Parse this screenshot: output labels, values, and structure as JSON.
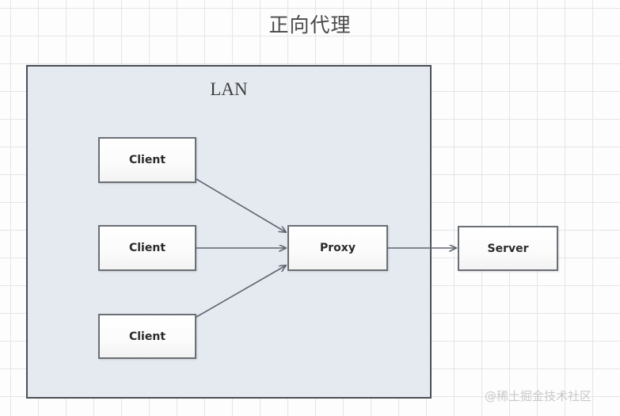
{
  "diagram": {
    "title": "正向代理",
    "zone_label": "LAN",
    "watermark": "@稀土掘金技术社区",
    "colors": {
      "zone_fill": "#e5eaf1",
      "zone_border": "#4c4f56",
      "node_border": "#6b6f76",
      "node_fill": "#ffffff",
      "edge": "#5f6670",
      "grid": "#e3e5e7",
      "title_text": "#4a4a4a",
      "watermark_text": "#c9c9c9"
    },
    "nodes": [
      {
        "id": "client-1",
        "label": "Client"
      },
      {
        "id": "client-2",
        "label": "Client"
      },
      {
        "id": "client-3",
        "label": "Client"
      },
      {
        "id": "proxy",
        "label": "Proxy"
      },
      {
        "id": "server",
        "label": "Server"
      }
    ],
    "edges": [
      {
        "from": "client-1",
        "to": "proxy",
        "style": "arrow"
      },
      {
        "from": "client-2",
        "to": "proxy",
        "style": "arrow"
      },
      {
        "from": "client-3",
        "to": "proxy",
        "style": "arrow"
      },
      {
        "from": "proxy",
        "to": "server",
        "style": "arrow"
      }
    ]
  }
}
